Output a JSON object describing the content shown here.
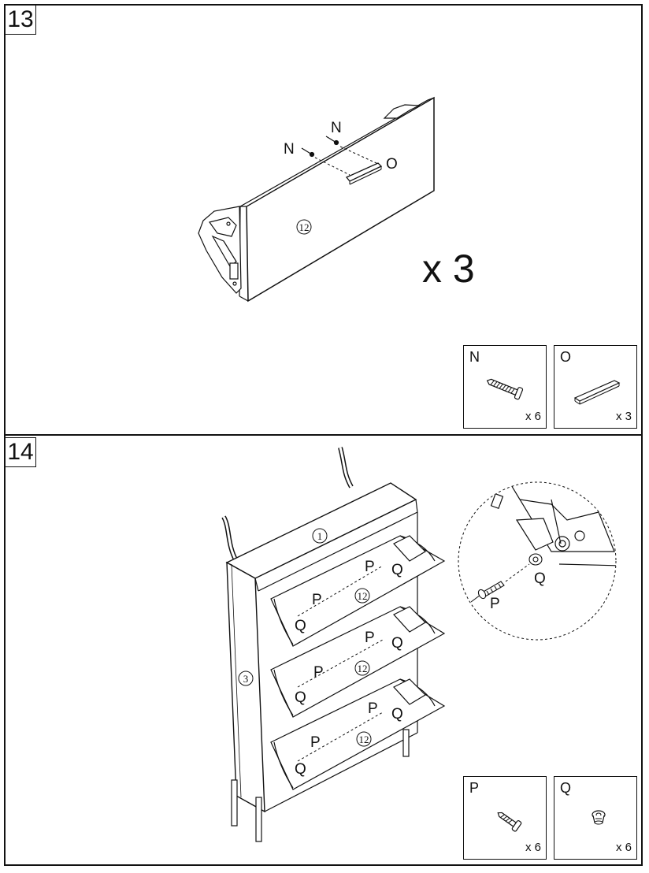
{
  "steps": [
    {
      "number": "13",
      "labels": {
        "screw": "N",
        "handle": "O",
        "panel": "12"
      },
      "multiplier": "x 3",
      "parts": [
        {
          "letter": "N",
          "qty": "x 6",
          "icon": "screw-icon"
        },
        {
          "letter": "O",
          "qty": "x 3",
          "icon": "handle-bar-icon"
        }
      ]
    },
    {
      "number": "14",
      "labels": {
        "top": "1",
        "side": "3",
        "door": "12",
        "screw": "P",
        "washer": "Q"
      },
      "parts": [
        {
          "letter": "P",
          "qty": "x 6",
          "icon": "screw-icon"
        },
        {
          "letter": "Q",
          "qty": "x 6",
          "icon": "washer-icon"
        }
      ]
    }
  ]
}
